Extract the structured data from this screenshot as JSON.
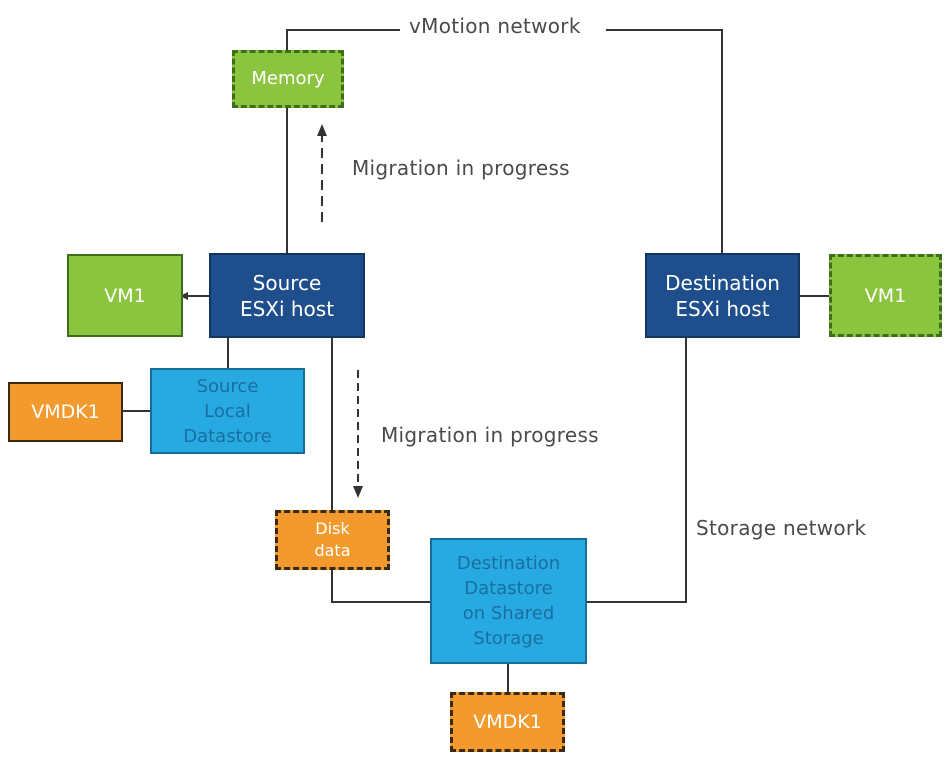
{
  "network": {
    "vmotion_label": "vMotion network",
    "storage_label": "Storage network"
  },
  "migration": {
    "memory_label": "Migration in progress",
    "disk_label": "Migration in progress"
  },
  "nodes": {
    "memory": "Memory",
    "source_host": "Source\nESXi host",
    "destination_host": "Destination\nESXi host",
    "source_vm": "VM1",
    "destination_vm": "VM1",
    "source_vmdk": "VMDK1",
    "source_datastore": "Source\nLocal\nDatastore",
    "disk_data": "Disk\ndata",
    "destination_datastore": "Destination\nDatastore\non Shared\nStorage",
    "destination_vmdk": "VMDK1"
  },
  "colors": {
    "host": "#1f4e8c",
    "vm": "#8bc53f",
    "vmdk": "#f29a2e",
    "datastore": "#27aae1",
    "connector": "#333333"
  }
}
